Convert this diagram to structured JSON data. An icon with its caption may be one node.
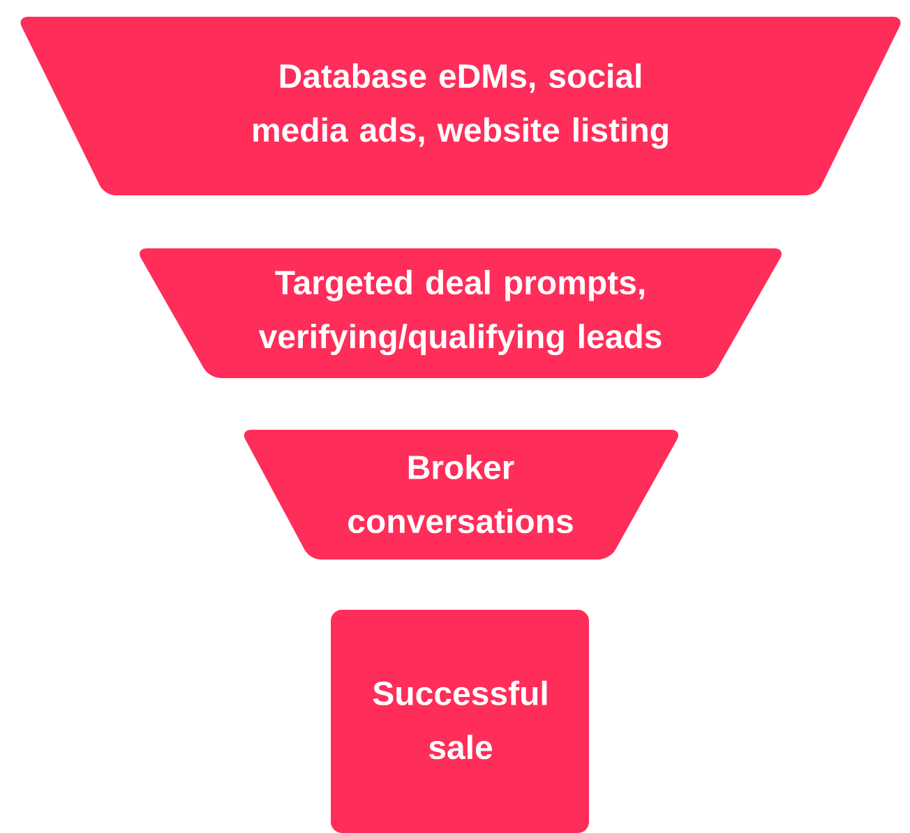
{
  "diagram": {
    "nodes": [
      {
        "text": [
          "Database eDMs, social media ads, website listing"
        ]
      },
      {
        "text": [
          "Targeted deal prompts, verifying/qualifying leads"
        ]
      },
      {
        "text": [
          "Broker conversations"
        ]
      },
      {
        "text": [
          "Successful sale"
        ]
      }
    ]
  }
}
